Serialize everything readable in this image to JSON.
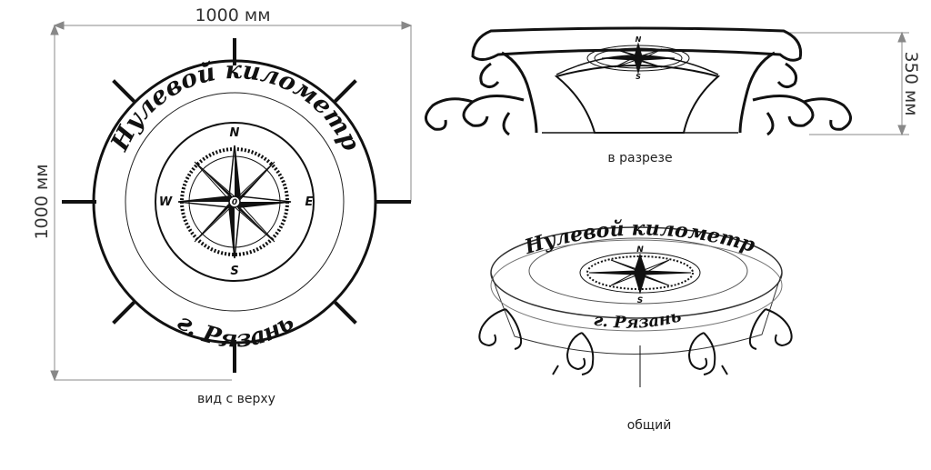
{
  "top_view": {
    "width_label": "1000 мм",
    "height_label": "1000 мм",
    "caption": "вид с верху",
    "inscription_top": "Нулевой километр",
    "inscription_bottom": "г. Рязань",
    "compass": {
      "north": "N",
      "south": "S",
      "west": "W",
      "east": "Е",
      "center": "0"
    }
  },
  "section_view": {
    "height_label": "350 мм",
    "caption": "в разрезе",
    "compass": {
      "north": "N",
      "south": "S"
    }
  },
  "general_view": {
    "caption": "общий",
    "inscription_top": "Нулевой километр",
    "inscription_bottom": "г. Рязань",
    "compass": {
      "north": "N",
      "south": "S"
    }
  },
  "colors": {
    "ink": "#111111",
    "dimension": "#888888"
  }
}
